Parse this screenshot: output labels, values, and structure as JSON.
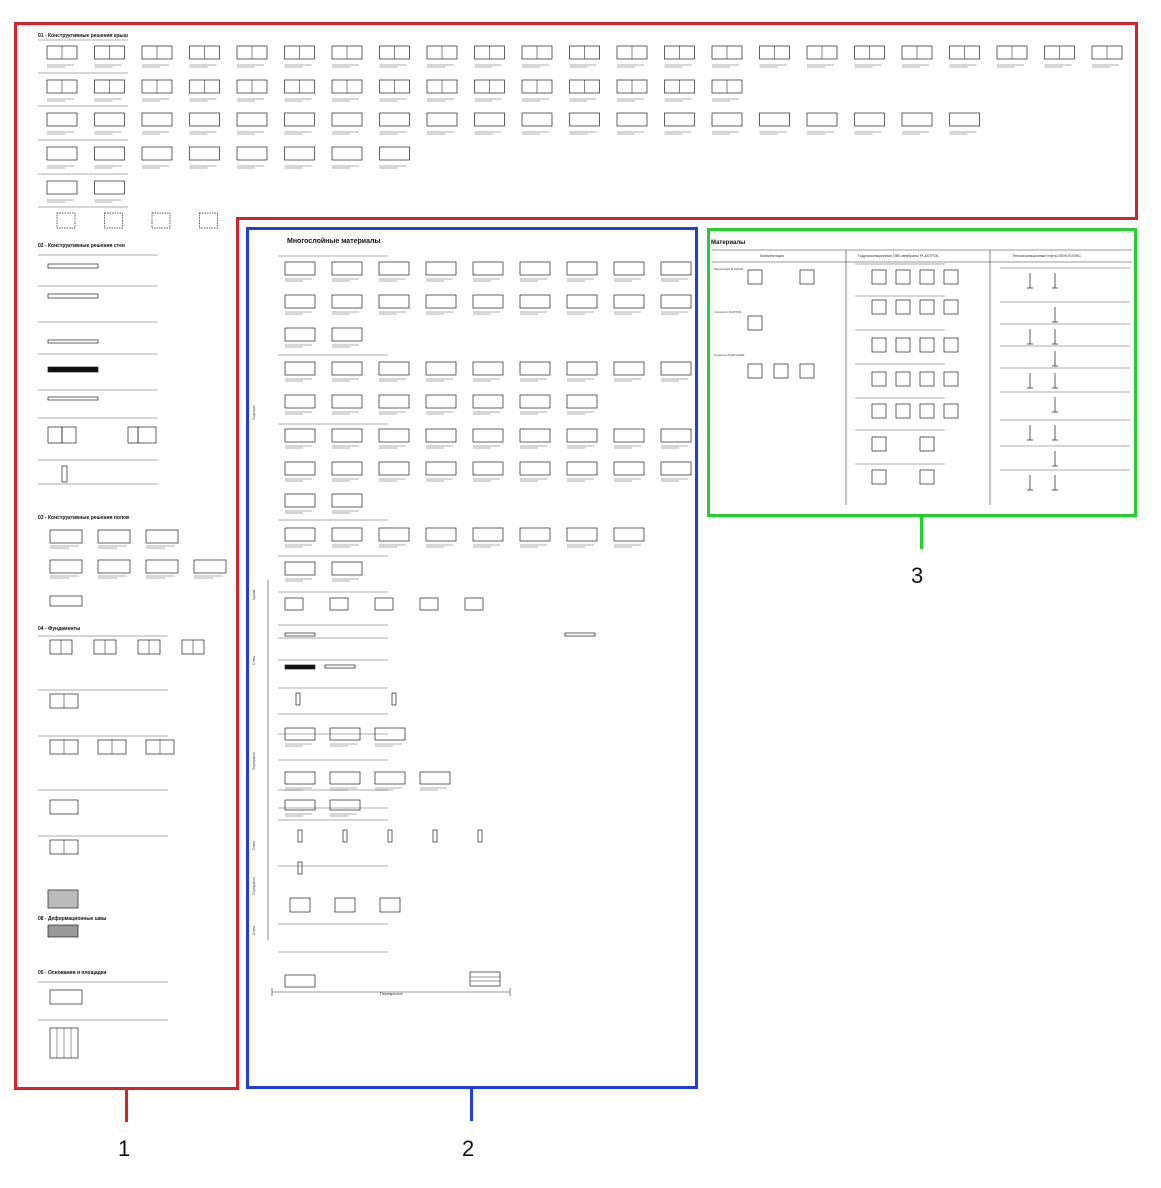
{
  "labels": {
    "l1": "1",
    "l2": "2",
    "l3": "3"
  },
  "panel1": {
    "sections": [
      "01 - Конструктивные решения крыш",
      "02 - Конструктивные решения стен",
      "03 - Конструктивные решения полов",
      "04 - Фундаменты",
      "08 - Деформационные швы",
      "05 - Основания и площадки"
    ]
  },
  "panel2": {
    "title": "Многослойные материалы",
    "side_labels": [
      "Покрытие",
      "Крыша",
      "Стена",
      "Перекрытие",
      "Стена",
      "Перекрытие",
      "Стена"
    ],
    "footer": "Перекрытие"
  },
  "panel3": {
    "title": "Материалы",
    "columns": [
      "Комплектация",
      "Гидроизоляционные ПВХ-мембраны PLASTFOIL",
      "Теплоизоляционные плиты ПЕНОПЛЭКС"
    ],
    "left_rows": [
      "Пароизоляция PLASTFOIL",
      "Стеклохолст PLASTFOIL",
      "Геотекстиль PLASTGUARD"
    ]
  },
  "colors": {
    "red": "#d4232a",
    "blue": "#1f3fd6",
    "green": "#22d12a"
  }
}
